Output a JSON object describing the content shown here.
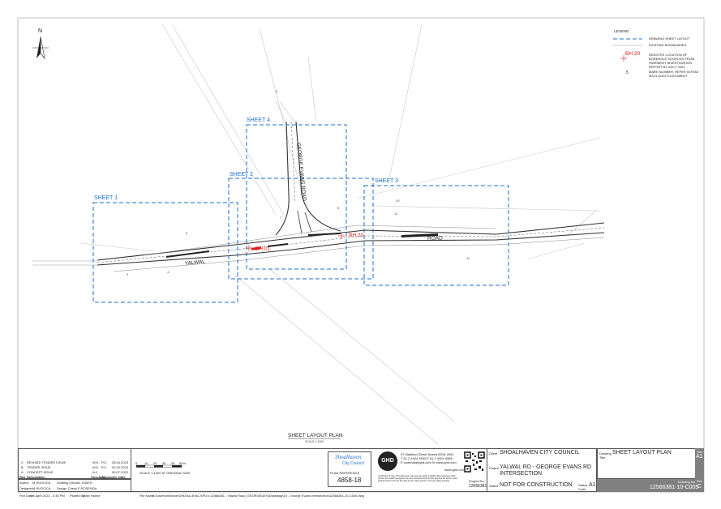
{
  "north": {
    "label": "N"
  },
  "legend": {
    "title": "LEGEND",
    "items": [
      {
        "label": "DRAWING SHEET LAYOUT"
      },
      {
        "label": "EXISTING BOUNDARIES"
      },
      {
        "symbol_text": "BH 20",
        "label": "DENOTES LOCATION OF BOREHOLE SOURCED FROM PAVEMENT INVESTIGATION REPORT BY ASCT 2022"
      },
      {
        "symbol_text": "5",
        "label": "MARK NUMBER. REFER INTRAX 3D/11 AUDIT DOCUMENT"
      }
    ]
  },
  "sheets": [
    {
      "label": "SHEET 1"
    },
    {
      "label": "SHEET 2"
    },
    {
      "label": "SHEET 3"
    },
    {
      "label": "SHEET 4"
    }
  ],
  "roads": {
    "george_evans": "GEORGE EVANS ROAD",
    "yalwal_left": "YALWAL",
    "yalwal_right": "ROAD"
  },
  "boreholes": [
    {
      "label": "BH 01"
    },
    {
      "label": "BH 20"
    }
  ],
  "lots": [
    "6",
    "5",
    "7",
    "9",
    "10",
    "11",
    "12",
    "3",
    "4"
  ],
  "plan_title": "SHEET LAYOUT PLAN",
  "plan_scale": "SCALE 1:1000",
  "revisions": {
    "header": {
      "rev": "Rev",
      "description": "Description",
      "checked": "Checked",
      "approved": "Approved",
      "date": "Date"
    },
    "rows": [
      {
        "rev": "C",
        "description": "REVISED TENDER ISSUE",
        "checked": "W.K.",
        "approved": "P.C.",
        "date": "28.04.2023"
      },
      {
        "rev": "B",
        "description": "TENDER ISSUE",
        "checked": "W.K.",
        "approved": "P.C.",
        "date": "02.02.2023"
      },
      {
        "rev": "A",
        "description": "CONCEPT ISSUE",
        "checked": "A.C.",
        "approved": "",
        "date": "09.07.2022"
      }
    ],
    "author_label": "Author",
    "author": "M RUSCICA",
    "drafting_label": "Drafting Check",
    "drafting": "G JONES",
    "designer_label": "Designer",
    "designer": "M RUSCICA",
    "design_check_label": "Design Check",
    "design_check": "F ROSENDA"
  },
  "scale_bar": {
    "ticks": [
      "0",
      "10",
      "20",
      "30",
      "40",
      "50m"
    ],
    "caption": "SCALE 1:1000 AT ORIGINAL SIZE"
  },
  "council": {
    "logo_text": "Shoalhaven",
    "logo_sub": "City Council",
    "plan_ref_label": "PLAN REFERENCE",
    "plan_ref": "4858-18"
  },
  "ghd": {
    "logo": "GHD",
    "address": "97 Maitland Street Nowra NSW 2541",
    "phone": "T 61 2 4424 4900  F 61 2 4424 4988",
    "email": "E nowmail@ghd.com  W www.ghd.com",
    "web": "www.ghd.com",
    "conditions": "Conditions of Use. This document may only be used by GHD's client (and any other person who GHD has agreed can use this document) for the purpose for which it was prepared and must not be used by any other person or for any other purpose.",
    "project_no_label": "Project No.",
    "project_no": "12566381"
  },
  "details": {
    "client_label": "Client",
    "client": "SHOALHAVEN CITY COUNCIL",
    "project_label": "Project",
    "project_line1": "YALWAL RD - GEORGE EVANS RD",
    "project_line2": "INTERSECTION",
    "status_label": "Status",
    "status": "NOT FOR CONSTRUCTION",
    "status_code_label": "Status Code",
    "status_code": "A1",
    "drawing_title_label": "Drawing Title",
    "drawing_title": "SHEET LAYOUT PLAN",
    "size_label": "Size",
    "size": "A1",
    "drawing_no_label": "Drawing No.",
    "drawing_no": "12566381-10-C005",
    "rev_label": "Rev",
    "rev": "C"
  },
  "footer": {
    "plot_date_label": "Plot Date",
    "plot_date": "28 April 2023 - 3:35 PM",
    "plotted_by_label": "Plotted by",
    "plotted_by": "Mark Hulme",
    "file_label": "File Name",
    "file": "C:\\Users\\mhulme\\GHD\\AU-ENG-SPGV-12566381 - Yalwal Road_GEORGEDEV\\Drawings\\10 - George Evans Intersection\\12566381-10-C005.dwg"
  },
  "colors": {
    "sheet_box": "#1f6fd1",
    "borehole": "#d11111",
    "panel_grey": "#808080"
  }
}
